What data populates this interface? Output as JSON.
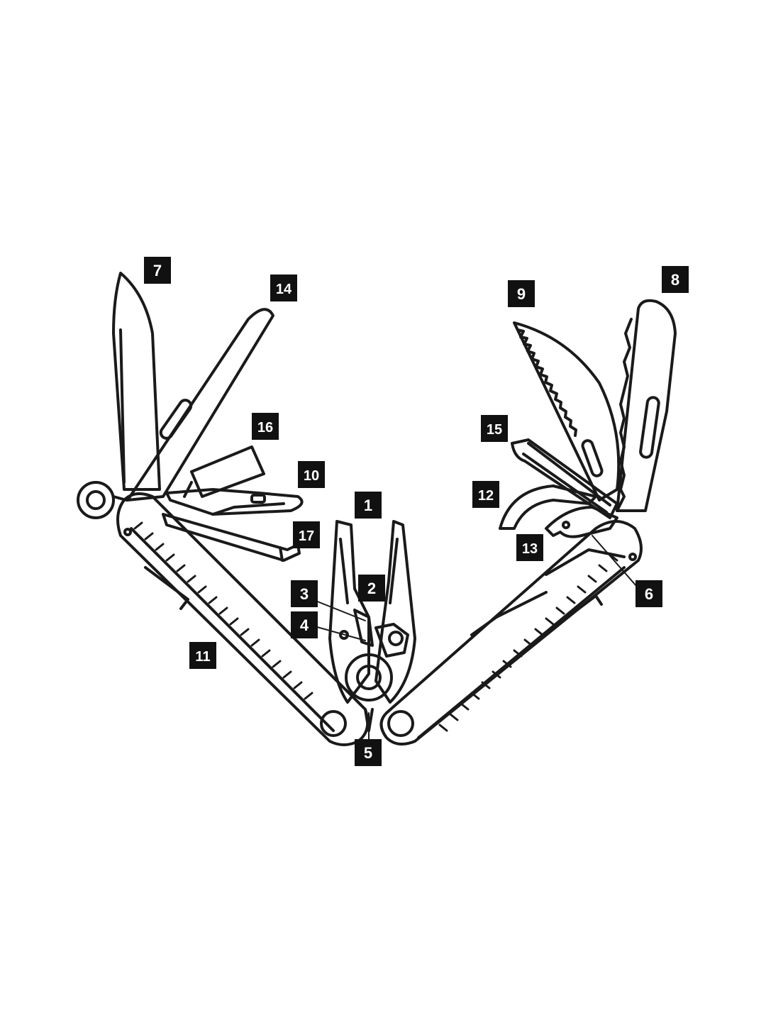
{
  "diagram": {
    "line_color": "#1a1a1a",
    "badge_bg": "#111111",
    "badge_text_color": "#ffffff",
    "callouts": [
      "1",
      "2",
      "3",
      "4",
      "5",
      "6",
      "7",
      "8",
      "9",
      "10",
      "11",
      "12",
      "13",
      "14",
      "15",
      "16",
      "17"
    ]
  }
}
